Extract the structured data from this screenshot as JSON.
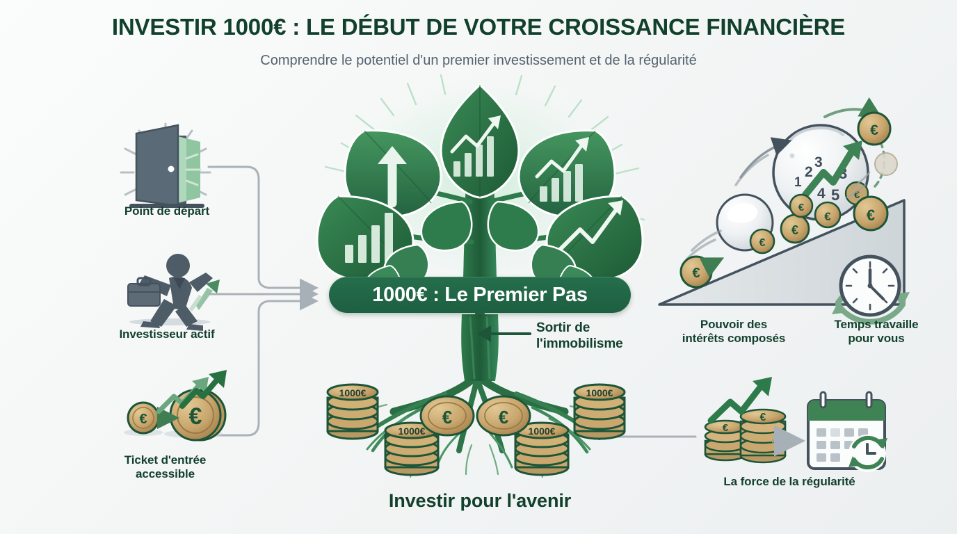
{
  "header": {
    "title": "INVESTIR 1000€ : LE DÉBUT DE VOTRE CROISSANCE FINANCIÈRE",
    "subtitle": "Comprendre le potentiel d'un premier investissement et de la régularité"
  },
  "center": {
    "banner_label": "1000€ : Le Premier Pas",
    "annotation": {
      "line1": "Sortir de",
      "line2": "l'immobilisme"
    },
    "bottom_caption": "Investir pour l'avenir",
    "coin_stack_labels": [
      "1000€",
      "1000€",
      "1000€",
      "1000€"
    ],
    "loose_coin_labels": [
      "€",
      "€"
    ]
  },
  "left_items": [
    {
      "label": "Point de départ",
      "icon": "open-door-icon"
    },
    {
      "label": "Investisseur actif",
      "icon": "running-businessman-icon"
    },
    {
      "label_line1": "Ticket d'entrée",
      "label_line2": "accessible",
      "icon": "growing-coins-icon"
    }
  ],
  "right_items": [
    {
      "label_line1": "Pouvoir des",
      "label_line2": "intérêts composés",
      "icon": "snowball-slope-icon"
    },
    {
      "label_line1": "Temps travaille",
      "label_line2": "pour vous",
      "icon": "clock-cycle-icon"
    },
    {
      "label": "La force de la régularité",
      "icon": "coins-calendar-icon"
    }
  ],
  "snowball": {
    "numbers": [
      "1",
      "2",
      "3",
      "3",
      "4",
      "5"
    ],
    "coin_symbols": [
      "€",
      "€",
      "€",
      "€",
      "€",
      "€",
      "€"
    ]
  },
  "icons": {
    "coin_symbol": "€"
  },
  "colors": {
    "title_green": "#11402c",
    "subtitle_slate": "#53626e",
    "banner_green": "#1d5f41",
    "leaf_dark": "#24603c",
    "leaf_mid": "#2f7a4a",
    "accent_green": "#4f8f62",
    "connector_gray": "#aab2b8",
    "coin_gold": "#c9a46b",
    "slate_dark": "#44525e",
    "snow_white": "#eef1f3"
  }
}
